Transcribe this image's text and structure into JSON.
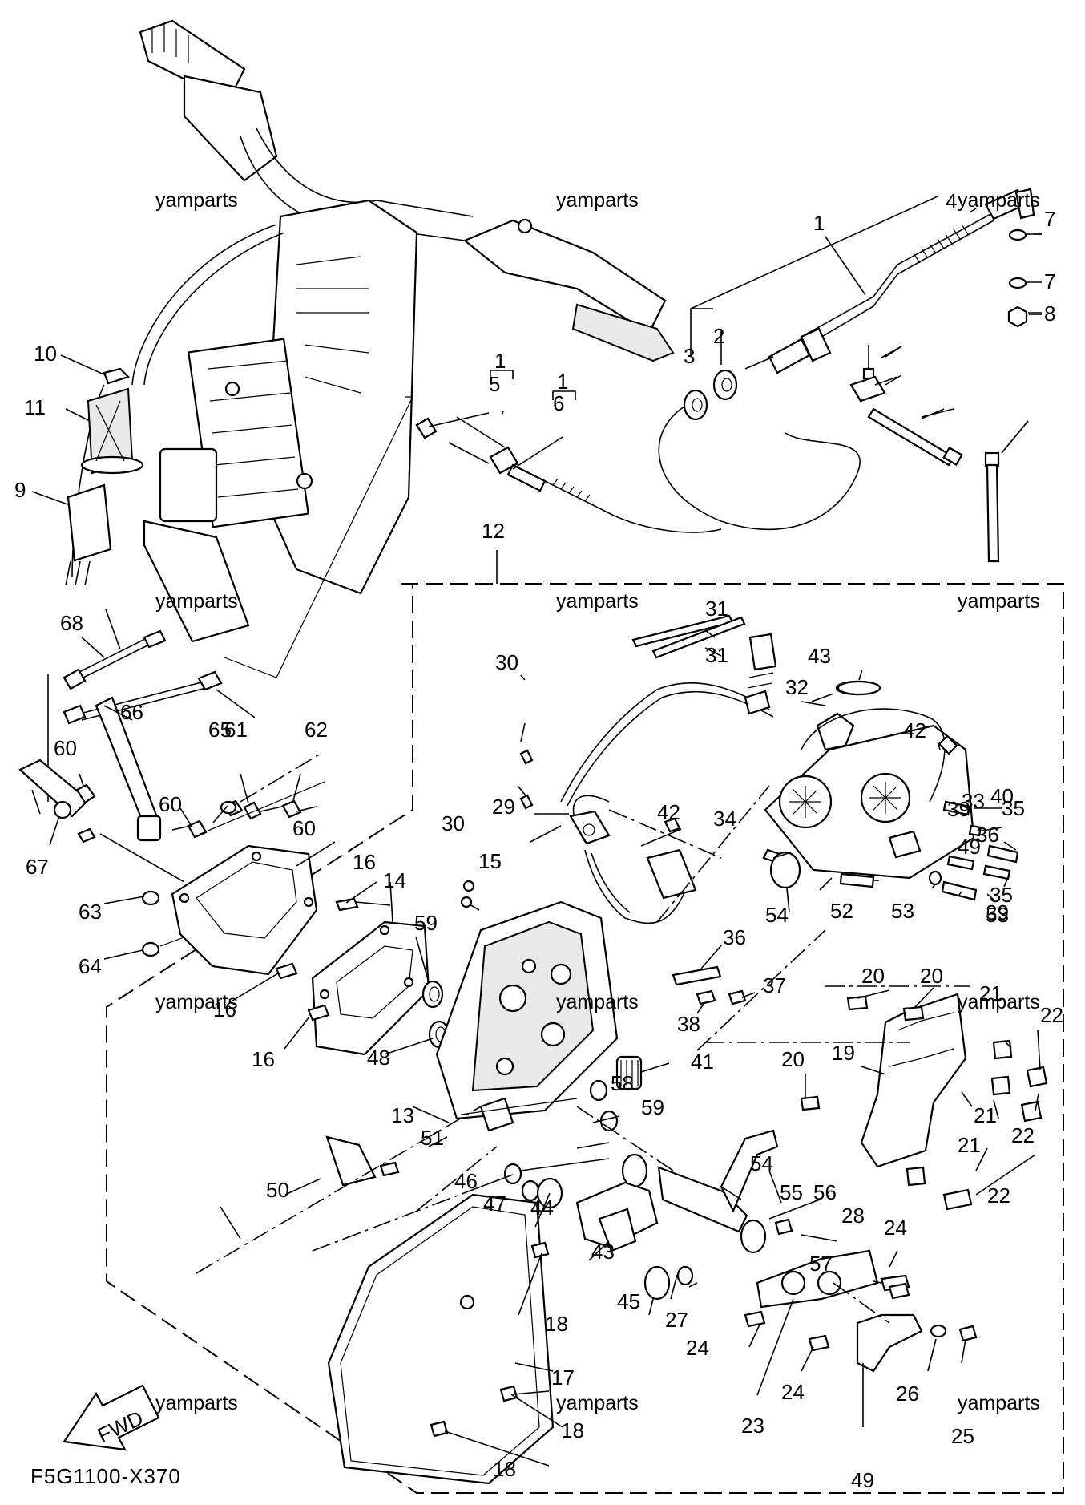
{
  "diagram": {
    "drawing_code": "F5G1100-X370",
    "fwd_badge": "FWD",
    "watermark": "yamparts",
    "callouts": [
      {
        "id": "c1a",
        "text": "1"
      },
      {
        "id": "c1b",
        "text": "1"
      },
      {
        "id": "c1c",
        "text": "1"
      },
      {
        "id": "c2",
        "text": "2"
      },
      {
        "id": "c3",
        "text": "3"
      },
      {
        "id": "c4",
        "text": "4"
      },
      {
        "id": "c5",
        "text": "5"
      },
      {
        "id": "c6",
        "text": "6"
      },
      {
        "id": "c7a",
        "text": "7"
      },
      {
        "id": "c7b",
        "text": "7"
      },
      {
        "id": "c8",
        "text": "8"
      },
      {
        "id": "c9",
        "text": "9"
      },
      {
        "id": "c10",
        "text": "10"
      },
      {
        "id": "c11",
        "text": "11"
      },
      {
        "id": "c12",
        "text": "12"
      },
      {
        "id": "c13",
        "text": "13"
      },
      {
        "id": "c14",
        "text": "14"
      },
      {
        "id": "c15",
        "text": "15"
      },
      {
        "id": "c16a",
        "text": "16"
      },
      {
        "id": "c16b",
        "text": "16"
      },
      {
        "id": "c16c",
        "text": "16"
      },
      {
        "id": "c17",
        "text": "17"
      },
      {
        "id": "c18a",
        "text": "18"
      },
      {
        "id": "c18b",
        "text": "18"
      },
      {
        "id": "c18c",
        "text": "18"
      },
      {
        "id": "c19",
        "text": "19"
      },
      {
        "id": "c20a",
        "text": "20"
      },
      {
        "id": "c20b",
        "text": "20"
      },
      {
        "id": "c20c",
        "text": "20"
      },
      {
        "id": "c21a",
        "text": "21"
      },
      {
        "id": "c21b",
        "text": "21"
      },
      {
        "id": "c21c",
        "text": "21"
      },
      {
        "id": "c22a",
        "text": "22"
      },
      {
        "id": "c22b",
        "text": "22"
      },
      {
        "id": "c22c",
        "text": "22"
      },
      {
        "id": "c23",
        "text": "23"
      },
      {
        "id": "c24a",
        "text": "24"
      },
      {
        "id": "c24b",
        "text": "24"
      },
      {
        "id": "c24c",
        "text": "24"
      },
      {
        "id": "c25",
        "text": "25"
      },
      {
        "id": "c26",
        "text": "26"
      },
      {
        "id": "c27",
        "text": "27"
      },
      {
        "id": "c28",
        "text": "28"
      },
      {
        "id": "c29",
        "text": "29"
      },
      {
        "id": "c30a",
        "text": "30"
      },
      {
        "id": "c30b",
        "text": "30"
      },
      {
        "id": "c31a",
        "text": "31"
      },
      {
        "id": "c31b",
        "text": "31"
      },
      {
        "id": "c32",
        "text": "32"
      },
      {
        "id": "c33",
        "text": "33"
      },
      {
        "id": "c34",
        "text": "34"
      },
      {
        "id": "c35a",
        "text": "35"
      },
      {
        "id": "c35b",
        "text": "35"
      },
      {
        "id": "c36a",
        "text": "36"
      },
      {
        "id": "c36b",
        "text": "36"
      },
      {
        "id": "c37",
        "text": "37"
      },
      {
        "id": "c38",
        "text": "38"
      },
      {
        "id": "c39a",
        "text": "39"
      },
      {
        "id": "c39b",
        "text": "39"
      },
      {
        "id": "c40",
        "text": "40"
      },
      {
        "id": "c41",
        "text": "41"
      },
      {
        "id": "c42a",
        "text": "42"
      },
      {
        "id": "c42b",
        "text": "42"
      },
      {
        "id": "c43a",
        "text": "43"
      },
      {
        "id": "c43b",
        "text": "43"
      },
      {
        "id": "c44",
        "text": "44"
      },
      {
        "id": "c45",
        "text": "45"
      },
      {
        "id": "c46",
        "text": "46"
      },
      {
        "id": "c47",
        "text": "47"
      },
      {
        "id": "c48",
        "text": "48"
      },
      {
        "id": "c49a",
        "text": "49"
      },
      {
        "id": "c49b",
        "text": "49"
      },
      {
        "id": "c50",
        "text": "50"
      },
      {
        "id": "c51",
        "text": "51"
      },
      {
        "id": "c52",
        "text": "52"
      },
      {
        "id": "c53a",
        "text": "53"
      },
      {
        "id": "c53b",
        "text": "53"
      },
      {
        "id": "c54a",
        "text": "54"
      },
      {
        "id": "c54b",
        "text": "54"
      },
      {
        "id": "c55",
        "text": "55"
      },
      {
        "id": "c56",
        "text": "56"
      },
      {
        "id": "c57",
        "text": "57"
      },
      {
        "id": "c58",
        "text": "58"
      },
      {
        "id": "c59a",
        "text": "59"
      },
      {
        "id": "c59b",
        "text": "59"
      },
      {
        "id": "c60a",
        "text": "60"
      },
      {
        "id": "c60b",
        "text": "60"
      },
      {
        "id": "c60c",
        "text": "60"
      },
      {
        "id": "c61",
        "text": "61"
      },
      {
        "id": "c62",
        "text": "62"
      },
      {
        "id": "c63",
        "text": "63"
      },
      {
        "id": "c64",
        "text": "64"
      },
      {
        "id": "c65",
        "text": "65"
      },
      {
        "id": "c66",
        "text": "66"
      },
      {
        "id": "c67",
        "text": "67"
      },
      {
        "id": "c68",
        "text": "68"
      }
    ]
  }
}
